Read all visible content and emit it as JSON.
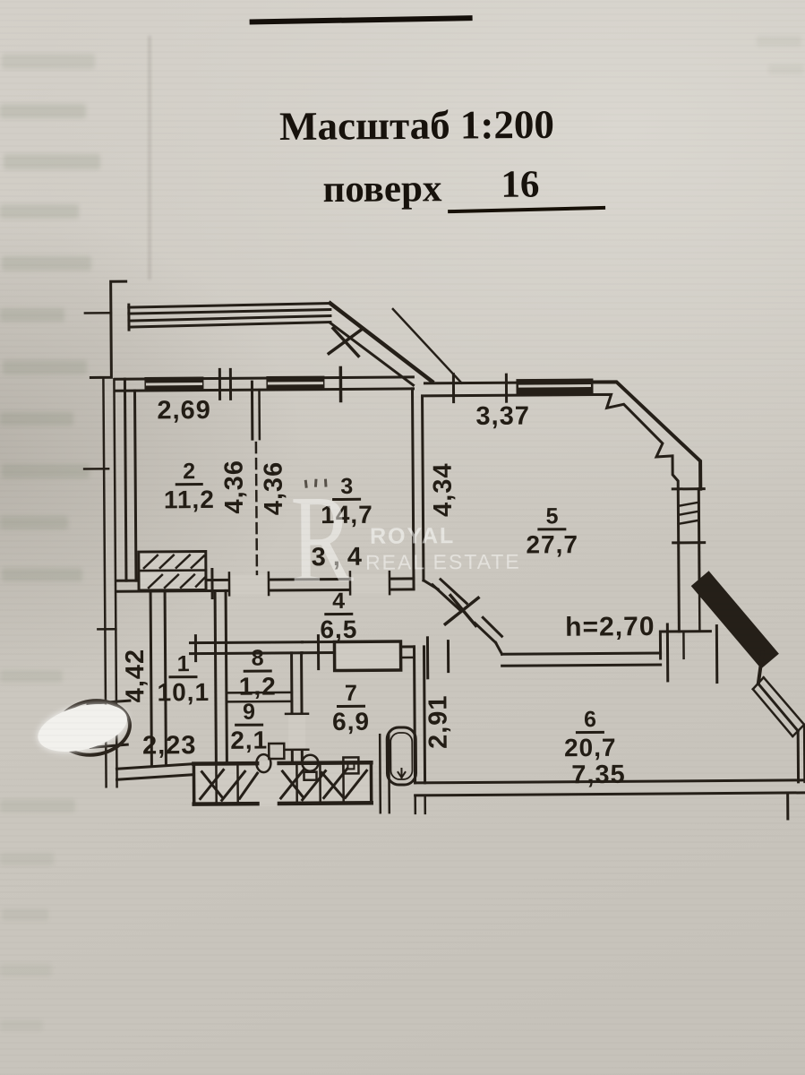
{
  "header": {
    "scale_label": "Масштаб 1:200",
    "floor_label": "поверх",
    "floor_value": "16"
  },
  "watermark": {
    "letter": "R",
    "line1": "ROYAL",
    "line2": "REAL ESTATE"
  },
  "plan": {
    "rooms": [
      {
        "number": "1",
        "area": "10,1"
      },
      {
        "number": "2",
        "area": "11,2"
      },
      {
        "number": "3",
        "area": "14,7"
      },
      {
        "number": "4",
        "area": "6,5"
      },
      {
        "number": "5",
        "area": "27,7"
      },
      {
        "number": "6",
        "area": "20,7"
      },
      {
        "number": "7",
        "area": "6,9"
      },
      {
        "number": "8",
        "area": "1,2"
      },
      {
        "number": "9",
        "area": "2,1"
      }
    ],
    "dimensions": {
      "balcony_width": "2,69",
      "room5_window_width": "3,37",
      "room2_depth": "4,36",
      "room3_depth": "4,36",
      "room5_depth": "4,34",
      "room1_depth": "4,42",
      "room1_width": "2,23",
      "room3_width": "3,4",
      "hall_depth": "2,91",
      "room6_width": "7,35",
      "ceiling_height": "h=2,70"
    }
  },
  "colors": {
    "paper": "#ccc8c0",
    "ink": "#251f18",
    "whiteout": "#f2f1ed"
  }
}
